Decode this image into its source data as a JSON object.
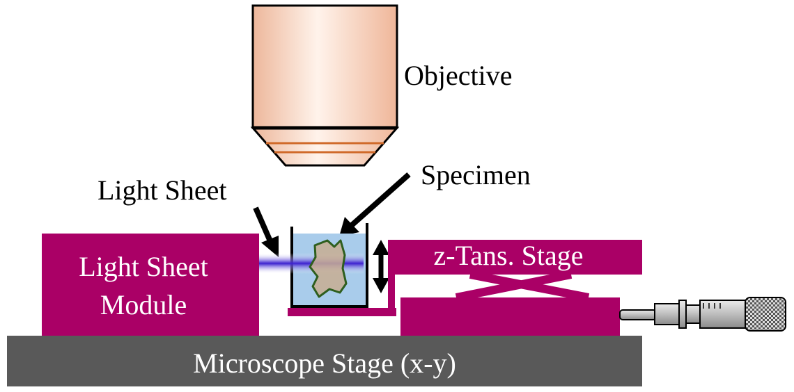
{
  "labels": {
    "objective": "Objective",
    "light_sheet": "Light Sheet",
    "specimen": "Specimen",
    "light_sheet_module_line1": "Light Sheet",
    "light_sheet_module_line2": "Module",
    "z_stage": "z-Tans. Stage",
    "microscope_stage": "Microscope Stage (x-y)"
  },
  "colors": {
    "magenta": "#AA0066",
    "stage_gray": "#595959",
    "water": "#A9CCEB",
    "specimen": "#C8AD92",
    "specimen_outline": "#2E5E1E",
    "objective_rim": "#D06A2A",
    "beam": "#3A1FCF"
  },
  "icons": {
    "micrometer": "micrometer-screw-icon"
  }
}
